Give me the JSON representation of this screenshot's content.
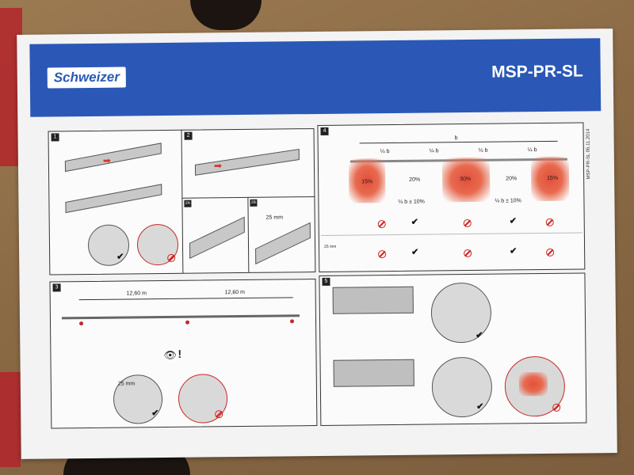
{
  "header": {
    "brand": "Schweizer",
    "model": "MSP-PR-SL"
  },
  "side_text": "MSP-PR-SL 05.11.2014",
  "steps": {
    "s1": "1",
    "s2": "2",
    "s2a": "2A",
    "s2b": "2B",
    "s3": "3",
    "s4": "4",
    "s5": "5"
  },
  "step2b": {
    "gap": "25 mm"
  },
  "step3": {
    "span1": "12,60 m",
    "span2": "12,60 m",
    "gap": "25 mm"
  },
  "step4": {
    "total": "b",
    "quarters": [
      "¼ b",
      "¼ b",
      "¼ b",
      "¼ b"
    ],
    "zones": [
      "15%",
      "20%",
      "30%",
      "20%",
      "15%"
    ],
    "allowed": [
      "¼ b ± 10%",
      "¼ b ± 10%"
    ],
    "row2_label": "25 mm"
  },
  "colors": {
    "header": "#2b58b6",
    "warn": "#d21f1f",
    "zone": "#e2503a"
  },
  "icons": [
    "arrow-icon",
    "check-icon",
    "no-entry-icon",
    "eye-icon",
    "exclamation-icon"
  ]
}
